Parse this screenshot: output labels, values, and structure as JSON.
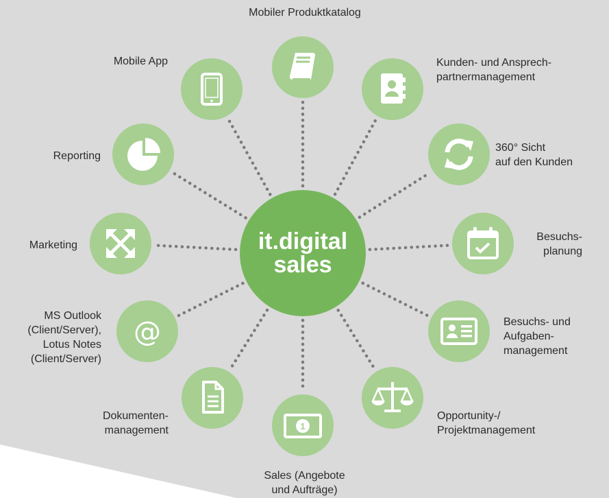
{
  "colors": {
    "background": "#dadada",
    "node": "#a6cf91",
    "hub": "#76b65b",
    "connector": "#7a7a7a",
    "icon": "#ffffff"
  },
  "hub": {
    "line1": "it.digital",
    "line2": "sales"
  },
  "nodes": [
    {
      "id": "produktkatalog",
      "label": "Mobiler Produktkatalog",
      "icon": "book-icon"
    },
    {
      "id": "kunden",
      "label": "Kunden- und Ansprech-\npartnermanagement",
      "icon": "address-book-icon"
    },
    {
      "id": "sicht",
      "label": "360° Sicht\nauf den Kunden",
      "icon": "refresh-icon"
    },
    {
      "id": "besuchsplanung",
      "label": "Besuchs-\nplanung",
      "icon": "calendar-check-icon"
    },
    {
      "id": "aufgaben",
      "label": "Besuchs- und\nAufgaben-\nmanagement",
      "icon": "id-card-icon"
    },
    {
      "id": "opportunity",
      "label": "Opportunity-/\nProjektmanagement",
      "icon": "balance-scale-icon"
    },
    {
      "id": "sales",
      "label": "Sales (Angebote\nund Aufträge)",
      "icon": "money-bill-icon"
    },
    {
      "id": "dokumente",
      "label": "Dokumenten-\nmanagement",
      "icon": "document-icon"
    },
    {
      "id": "outlook",
      "label": "MS Outlook\n(Client/Server),\nLotus Notes\n(Client/Server)",
      "icon": "at-sign-icon"
    },
    {
      "id": "marketing",
      "label": "Marketing",
      "icon": "expand-arrows-icon"
    },
    {
      "id": "reporting",
      "label": "Reporting",
      "icon": "pie-chart-icon"
    },
    {
      "id": "mobileapp",
      "label": "Mobile App",
      "icon": "tablet-icon"
    }
  ]
}
